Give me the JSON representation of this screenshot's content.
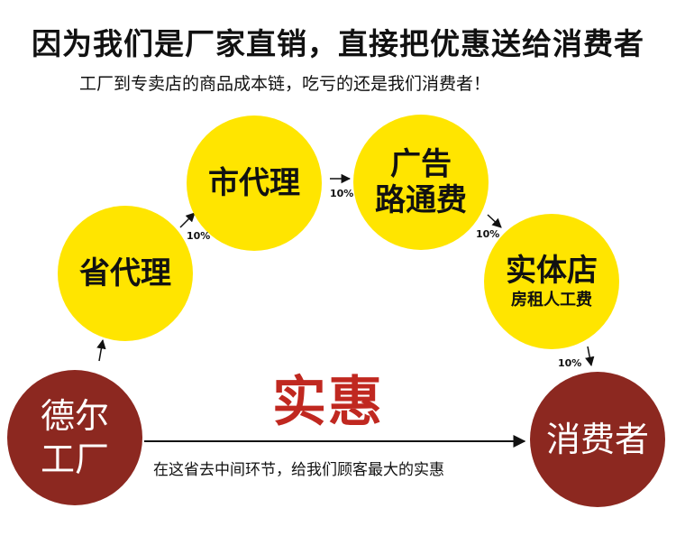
{
  "header": {
    "title": "因为我们是厂家直销，直接把优惠送给消费者",
    "subtitle": "工厂到专卖店的商品成本链，吃亏的还是我们消费者！"
  },
  "nodes": {
    "factory": {
      "line1": "德尔",
      "line2": "工厂"
    },
    "provincial": {
      "label": "省代理"
    },
    "city": {
      "label": "市代理"
    },
    "advertising": {
      "line1": "广告",
      "line2": "路通费"
    },
    "store": {
      "label": "实体店",
      "sublabel": "房租人工费"
    },
    "consumer": {
      "label": "消费者"
    }
  },
  "markups": [
    "10%",
    "10%",
    "10%",
    "10%"
  ],
  "center": {
    "savings": "实惠",
    "caption": "在这省去中间环节，给我们顾客最大的实惠"
  },
  "colors": {
    "yellow": "#ffe500",
    "dark_red": "#8c2820",
    "accent_red": "#c02820"
  }
}
